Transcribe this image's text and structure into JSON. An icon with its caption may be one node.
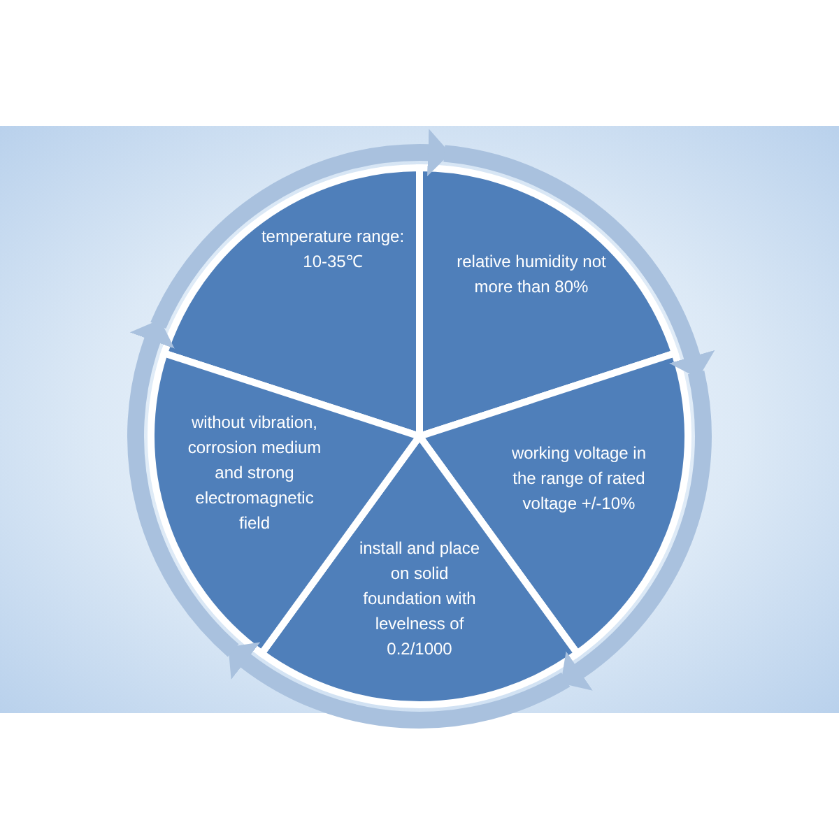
{
  "diagram": {
    "nodes": [
      {
        "text": [
          "temperature range: 10-35℃"
        ]
      },
      {
        "text": [
          "relative humidity not more than 80%"
        ]
      },
      {
        "text": [
          "working voltage in the range of rated voltage +/-10%"
        ]
      },
      {
        "text": [
          "install and place on solid foundation with levelness of 0.2/1000"
        ]
      },
      {
        "text": [
          "without vibration, corrosion medium and strong electromagnetic field"
        ]
      }
    ],
    "edges": [
      {
        "from": 0,
        "to": 1,
        "arrow": "to"
      },
      {
        "from": 1,
        "to": 2,
        "arrow": "to"
      },
      {
        "from": 2,
        "to": 3,
        "arrow": "to"
      },
      {
        "from": 3,
        "to": 4,
        "arrow": "to"
      },
      {
        "from": 4,
        "to": 0,
        "arrow": "to"
      }
    ]
  }
}
